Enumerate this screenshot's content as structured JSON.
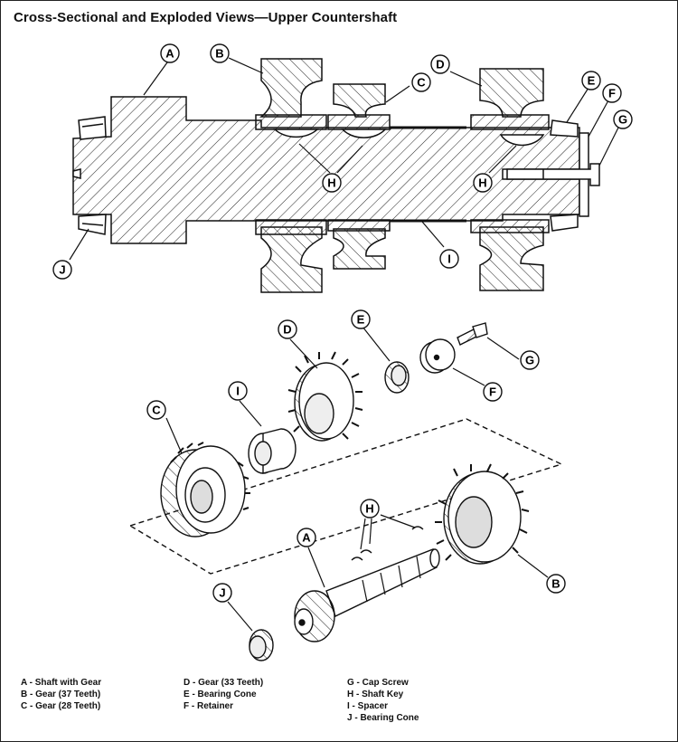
{
  "title": "Cross-Sectional and Exploded Views—Upper Countershaft",
  "callouts": {
    "A": "A",
    "B": "B",
    "C": "C",
    "D": "D",
    "E": "E",
    "F": "F",
    "G": "G",
    "H": "H",
    "I": "I",
    "J": "J"
  },
  "legend": {
    "col1": [
      "A - Shaft with Gear",
      "B - Gear (37 Teeth)",
      "C - Gear (28 Teeth)"
    ],
    "col2": [
      "D - Gear (33 Teeth)",
      "E - Bearing Cone",
      "F - Retainer"
    ],
    "col3": [
      "G - Cap Screw",
      "H - Shaft Key",
      "I - Spacer",
      "J - Bearing Cone"
    ]
  }
}
